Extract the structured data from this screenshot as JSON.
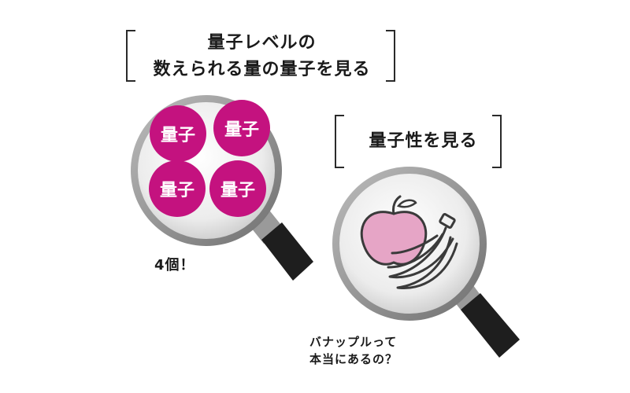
{
  "left_panel": {
    "caption_lines": [
      "量子レベルの",
      "数えられる量の量子を見る"
    ],
    "quantum_label": "量子",
    "quantum_tokens": [
      {
        "text": "量子"
      },
      {
        "text": "量子"
      },
      {
        "text": "量子"
      },
      {
        "text": "量子"
      }
    ],
    "count_note": "4個！"
  },
  "right_panel": {
    "caption": "量子性を見る",
    "question_lines": [
      "バナップルって",
      "本当にあるの？"
    ]
  },
  "colors": {
    "magenta": "#c4127f",
    "lens_gray": "#e4e4e4",
    "handle": "#1e1e1e",
    "apple_pink": "#e6a5c6"
  },
  "icons": [
    "magnifier-icon",
    "apple-icon",
    "banana-icon"
  ]
}
